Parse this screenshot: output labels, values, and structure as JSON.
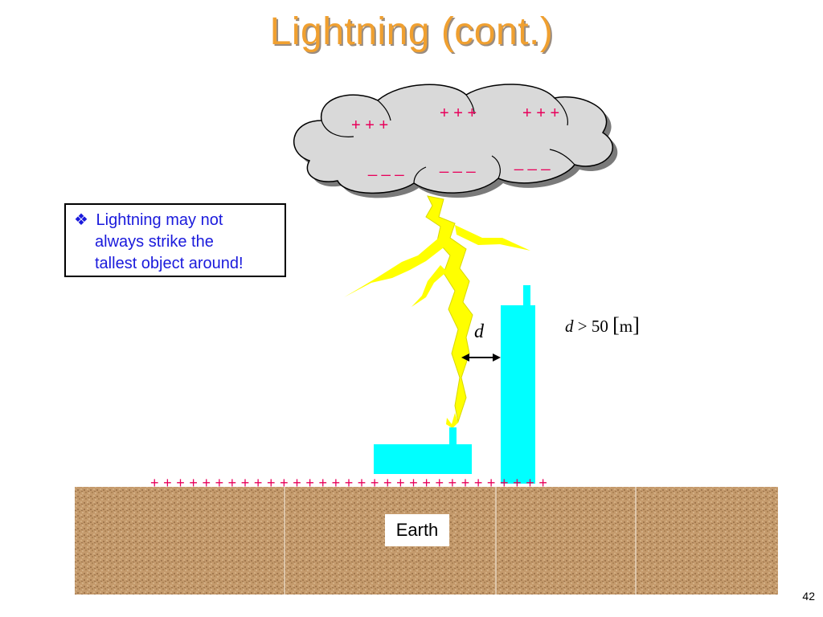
{
  "slide": {
    "title": "Lightning (cont.)",
    "page_number": "42"
  },
  "note": {
    "bullet_icon": "diamond-bullet-icon",
    "line1": "Lightning may not",
    "line2": "always strike the",
    "line3": "tallest object around!"
  },
  "cloud": {
    "charge_top_left": "+ + +",
    "charge_top_mid": "+ + +",
    "charge_top_right": "+ + +",
    "charge_bottom_left": "_ _ _",
    "charge_bottom_mid": "_ _ _",
    "charge_bottom_right": "_ _ _"
  },
  "ground": {
    "charges": "+ + + + + + + + + + + + + + + + + + + + + + + + + + + + + + +",
    "label": "Earth"
  },
  "distance": {
    "label": "d",
    "formula_var": "d",
    "formula_op": ">",
    "formula_value": "50",
    "formula_unit": "m"
  },
  "colors": {
    "title": "#f0a030",
    "charge": "#e8005a",
    "note_text": "#1a1adc",
    "bolt": "#ffff00",
    "building": "#00ffff",
    "cloud": "#d9d9d9",
    "earth": "#c49a6c"
  }
}
